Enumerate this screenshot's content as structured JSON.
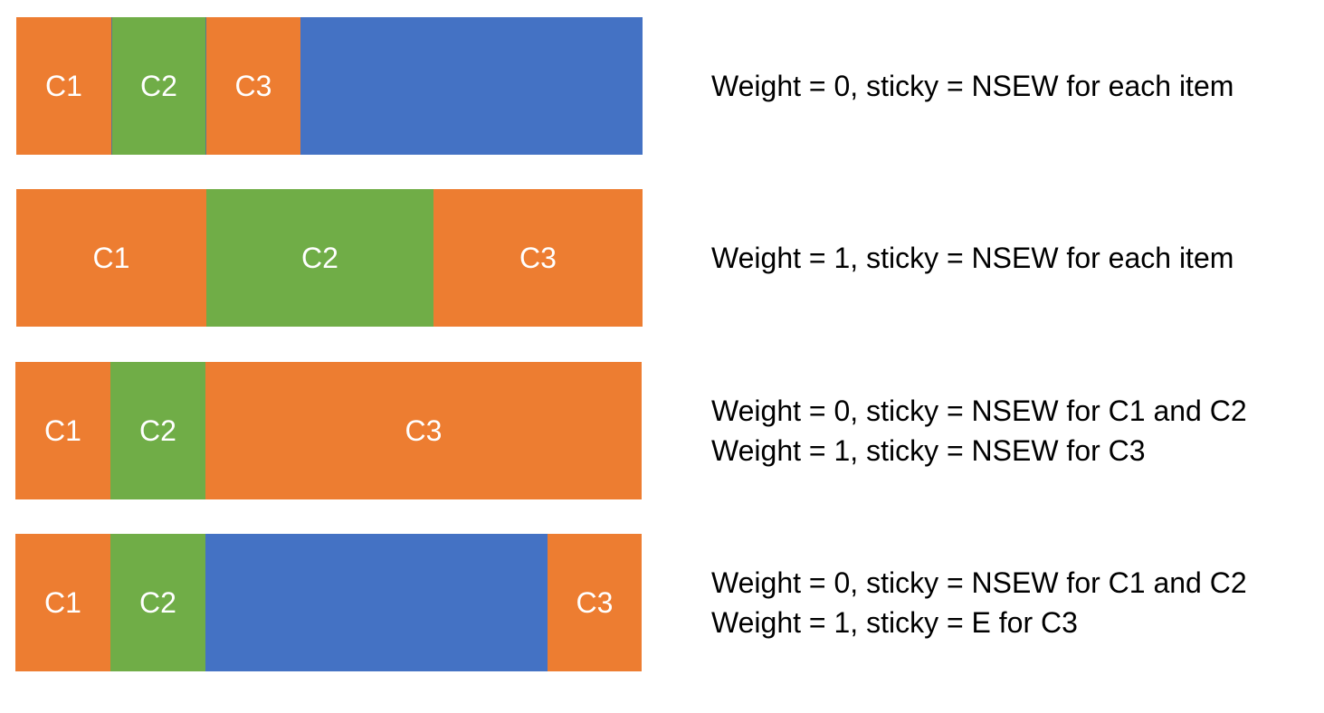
{
  "colors": {
    "orange": "#ed7d31",
    "green": "#70ad47",
    "blue": "#4472c4"
  },
  "rows": [
    {
      "cells": [
        {
          "label": "C1",
          "color": "orange"
        },
        {
          "label": "C2",
          "color": "green"
        },
        {
          "label": "C3",
          "color": "orange"
        },
        {
          "label": "",
          "color": "blue"
        }
      ],
      "caption": [
        "Weight = 0, sticky = NSEW for each item"
      ]
    },
    {
      "cells": [
        {
          "label": "C1",
          "color": "orange"
        },
        {
          "label": "C2",
          "color": "green"
        },
        {
          "label": "C3",
          "color": "orange"
        }
      ],
      "caption": [
        "Weight = 1, sticky = NSEW for each item"
      ]
    },
    {
      "cells": [
        {
          "label": "C1",
          "color": "orange"
        },
        {
          "label": "C2",
          "color": "green"
        },
        {
          "label": "C3",
          "color": "orange"
        }
      ],
      "caption": [
        "Weight = 0, sticky = NSEW for C1 and C2",
        "Weight = 1, sticky = NSEW for C3"
      ]
    },
    {
      "cells": [
        {
          "label": "C1",
          "color": "orange"
        },
        {
          "label": "C2",
          "color": "green"
        },
        {
          "label": "",
          "color": "blue"
        },
        {
          "label": "C3",
          "color": "orange"
        }
      ],
      "caption": [
        "Weight = 0, sticky = NSEW for C1 and C2",
        "Weight = 1, sticky = E for C3"
      ]
    }
  ]
}
